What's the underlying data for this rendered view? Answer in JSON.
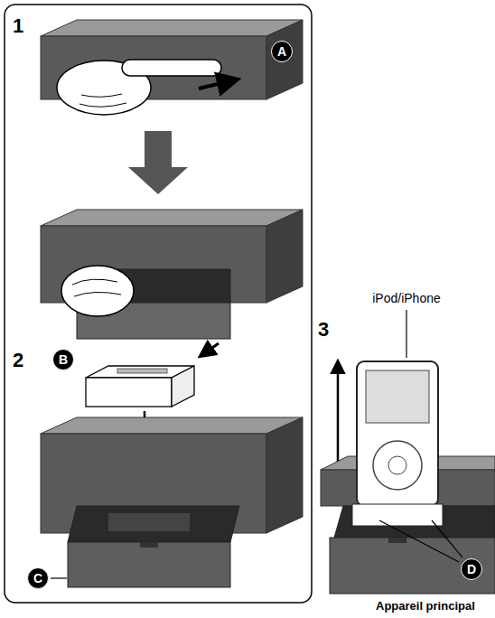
{
  "diagram": {
    "nodes": [
      {
        "text": [
          "A"
        ]
      },
      {
        "text": [
          "B"
        ]
      },
      {
        "text": [
          "C"
        ]
      },
      {
        "text": [
          "D"
        ]
      }
    ],
    "labels": [
      "1",
      "2",
      "3",
      "iPod/iPhone",
      "Appareil principal"
    ]
  }
}
